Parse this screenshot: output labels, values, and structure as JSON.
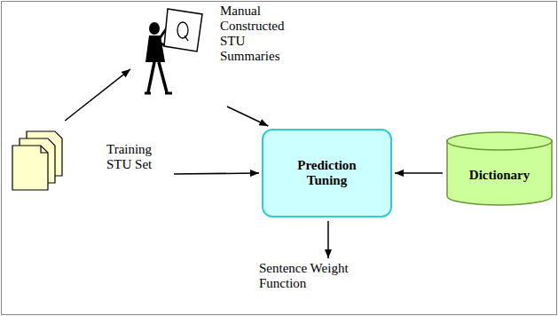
{
  "diagram": {
    "nodes": [
      {
        "text": [
          "Manual Constructed STU Summaries"
        ]
      },
      {
        "text": [
          "Training STU Set"
        ]
      },
      {
        "text": [
          "Prediction Tuning"
        ]
      },
      {
        "text": [
          "Dictionary"
        ]
      },
      {
        "text": [
          "Sentence Weight Function"
        ]
      }
    ],
    "edges": [
      {
        "from": 1,
        "to": 0,
        "arrow": "to"
      },
      {
        "from": 0,
        "to": 2,
        "arrow": "to"
      },
      {
        "from": 1,
        "to": 2,
        "arrow": "to"
      },
      {
        "from": 3,
        "to": 2,
        "arrow": "to"
      },
      {
        "from": 2,
        "to": 4,
        "arrow": "to"
      }
    ]
  }
}
